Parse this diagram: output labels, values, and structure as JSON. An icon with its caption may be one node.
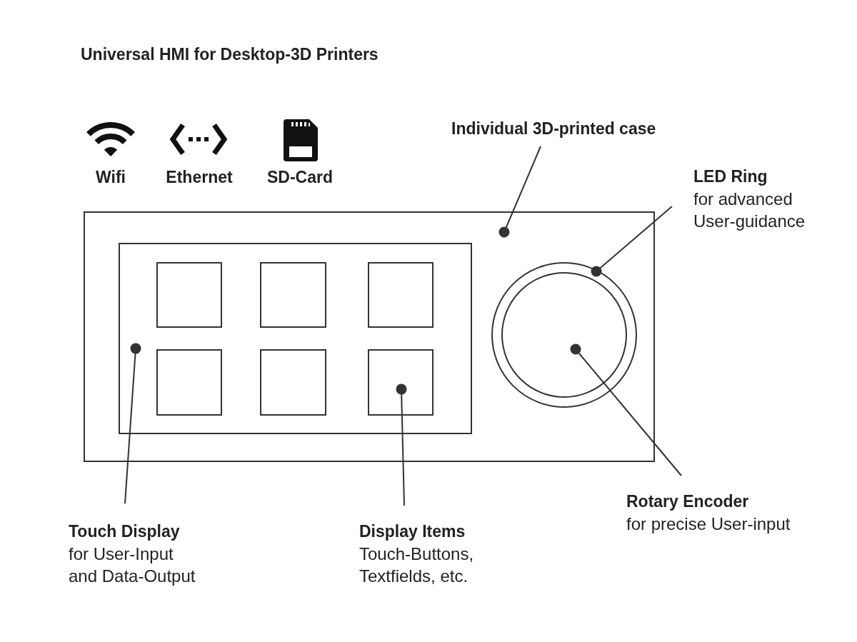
{
  "diagram": {
    "title": "Universal HMI for Desktop-3D Printers",
    "nodes": [
      {
        "text": [
          "Individual 3D-printed case"
        ]
      },
      {
        "text": [
          "LED Ring",
          "for advanced User-guidance"
        ]
      },
      {
        "text": [
          "Touch Display",
          "for User-Input and Data-Output"
        ]
      },
      {
        "text": [
          "Display Items",
          "Touch-Buttons, Textfields, etc."
        ]
      },
      {
        "text": [
          "Rotary Encoder",
          "for precise User-input"
        ]
      },
      {
        "text": [],
        "shape": "box"
      },
      {
        "text": [],
        "shape": "box",
        "in": 5
      },
      {
        "text": [],
        "shape": "box",
        "in": 6
      },
      {
        "text": [],
        "shape": "box",
        "in": 6
      },
      {
        "text": [],
        "shape": "box",
        "in": 6
      },
      {
        "text": [],
        "shape": "box",
        "in": 6
      },
      {
        "text": [],
        "shape": "box",
        "in": 6
      },
      {
        "text": [],
        "shape": "box",
        "in": 6
      },
      {
        "text": [],
        "shape": "circle",
        "in": 5
      },
      {
        "text": [],
        "shape": "circle",
        "in": 13
      }
    ],
    "edges": [
      {
        "from": 0,
        "to": 5,
        "arrow": "other"
      },
      {
        "from": 1,
        "to": 13,
        "arrow": "other"
      },
      {
        "from": 2,
        "to": 6,
        "arrow": "other"
      },
      {
        "from": 3,
        "to": 12,
        "arrow": "other"
      },
      {
        "from": 4,
        "to": 14,
        "arrow": "other"
      }
    ],
    "labels": [
      "Wifi",
      "Ethernet",
      "SD-Card"
    ]
  }
}
